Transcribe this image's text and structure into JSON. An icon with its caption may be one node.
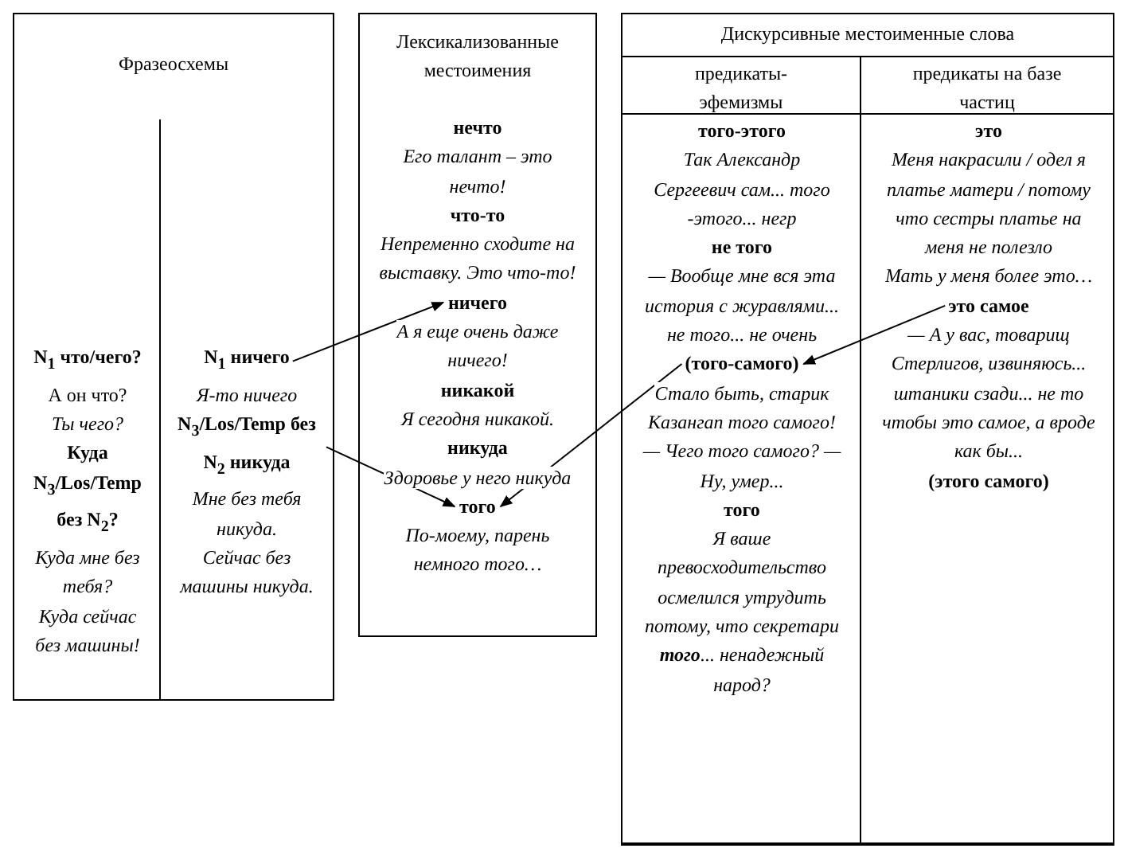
{
  "diagram": {
    "nodes": [
      {
        "text": [
          "Фразеосхемы"
        ]
      },
      {
        "text": [
          "Лексикализованные местоимения"
        ]
      },
      {
        "text": [
          "Дискурсивные местоименные слова"
        ]
      },
      {
        "text": [
          "предикаты-эфемизмы"
        ],
        "in": 2
      },
      {
        "text": [
          "предикаты на базе частиц"
        ],
        "in": 2
      },
      {
        "text": [
          "N$_{1}$ что/чего?"
        ],
        "beside": [
          "А он что?",
          "Ты чего?"
        ],
        "in": 0
      },
      {
        "text": [
          "Куда N$_{3}$/Los/Temp без N$_{2}$?"
        ],
        "beside": [
          "Куда мне без тебя?",
          "Куда сейчас без машины!"
        ],
        "in": 0
      },
      {
        "text": [
          "N$_{1}$ ничего"
        ],
        "beside": [
          "Я-то ничего"
        ],
        "in": 0
      },
      {
        "text": [
          "N$_{3}$/Los/Temp без N$_{2}$ никуда"
        ],
        "beside": [
          "Мне без тебя никуда.",
          "Сейчас без машины никуда."
        ],
        "in": 0
      },
      {
        "text": [
          "нечто"
        ],
        "beside": [
          "Его талант – это нечто!"
        ],
        "in": 1
      },
      {
        "text": [
          "что-то"
        ],
        "beside": [
          "Непременно сходите на выставку. Это что-то!"
        ],
        "in": 1
      },
      {
        "text": [
          "ничего"
        ],
        "beside": [
          "А я еще очень даже ничего!"
        ],
        "in": 1
      },
      {
        "text": [
          "никакой"
        ],
        "beside": [
          "Я сегодня никакой."
        ],
        "in": 1
      },
      {
        "text": [
          "никуда"
        ],
        "beside": [
          "Здоровье у него никуда"
        ],
        "in": 1
      },
      {
        "text": [
          "того"
        ],
        "beside": [
          "По-моему, парень немного того…"
        ],
        "in": 1
      },
      {
        "text": [
          "того-этого"
        ],
        "beside": [
          "Так Александр Сергеевич сам... того -этого... негр"
        ],
        "in": 3
      },
      {
        "text": [
          "не того"
        ],
        "beside": [
          "— Вообще мне вся эта история с журавлями... не того... не очень"
        ],
        "in": 3
      },
      {
        "text": [
          "(того-самого)"
        ],
        "beside": [
          "Стало быть, старик Казангап того самого! — Чего того самого? — Ну, умер..."
        ],
        "in": 3
      },
      {
        "text": [
          "того"
        ],
        "beside": [
          "Я ваше превосходительство осмелился утрудить потому, что секретари **того**... ненадежный народ?"
        ],
        "in": 3
      },
      {
        "text": [
          "это"
        ],
        "beside": [
          "Меня накрасили / одел я платье матери / потому что сестры платье на меня не полезло",
          "Мать у меня более это…"
        ],
        "in": 4
      },
      {
        "text": [
          "это самое"
        ],
        "beside": [
          "— А у вас, товарищ Стерлигов, извиняюсь... штаники сзади... не то чтобы это самое, а вроде как бы..."
        ],
        "in": 4
      },
      {
        "text": [
          "(этого самого)"
        ],
        "in": 4
      }
    ],
    "edges": [
      {
        "from": 7,
        "to": 11,
        "arrow": "to"
      },
      {
        "from": 8,
        "to": 14,
        "arrow": "to"
      },
      {
        "from": 20,
        "to": 17,
        "arrow": "to"
      },
      {
        "from": 17,
        "to": 14,
        "arrow": "to"
      }
    ]
  }
}
